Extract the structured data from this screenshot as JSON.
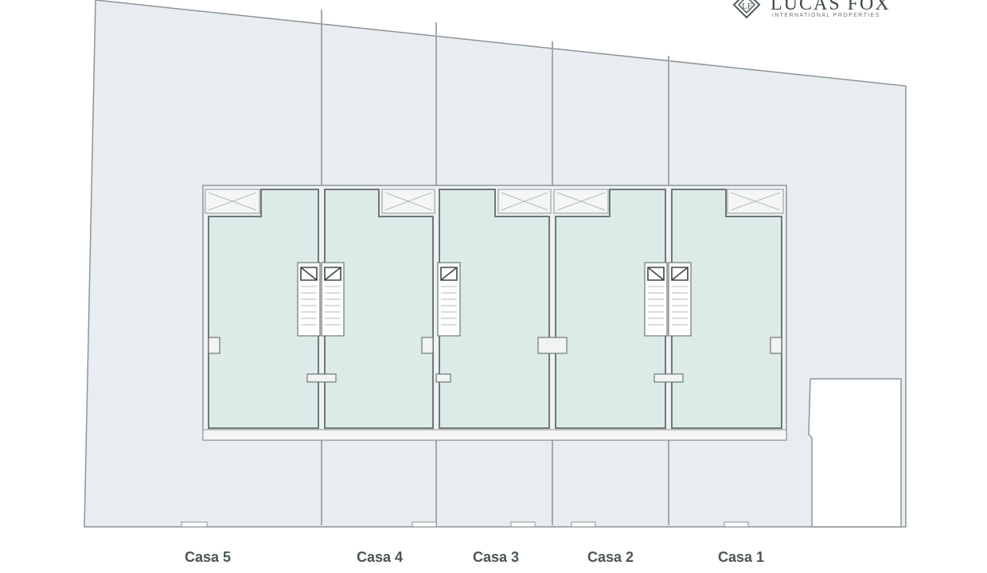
{
  "logo": {
    "name": "LUCAS FOX",
    "subtitle": "INTERNATIONAL PROPERTIES"
  },
  "houses": [
    {
      "label": "Casa 5",
      "stairs": 1
    },
    {
      "label": "Casa 4",
      "stairs": 1
    },
    {
      "label": "Casa 3",
      "stairs": 1
    },
    {
      "label": "Casa 2",
      "stairs": 1
    },
    {
      "label": "Casa 1",
      "stairs": 1
    }
  ],
  "colors": {
    "plot": "#e8edf2",
    "house": "#dcebe7",
    "line": "#8d9496",
    "text": "#4a5557"
  }
}
